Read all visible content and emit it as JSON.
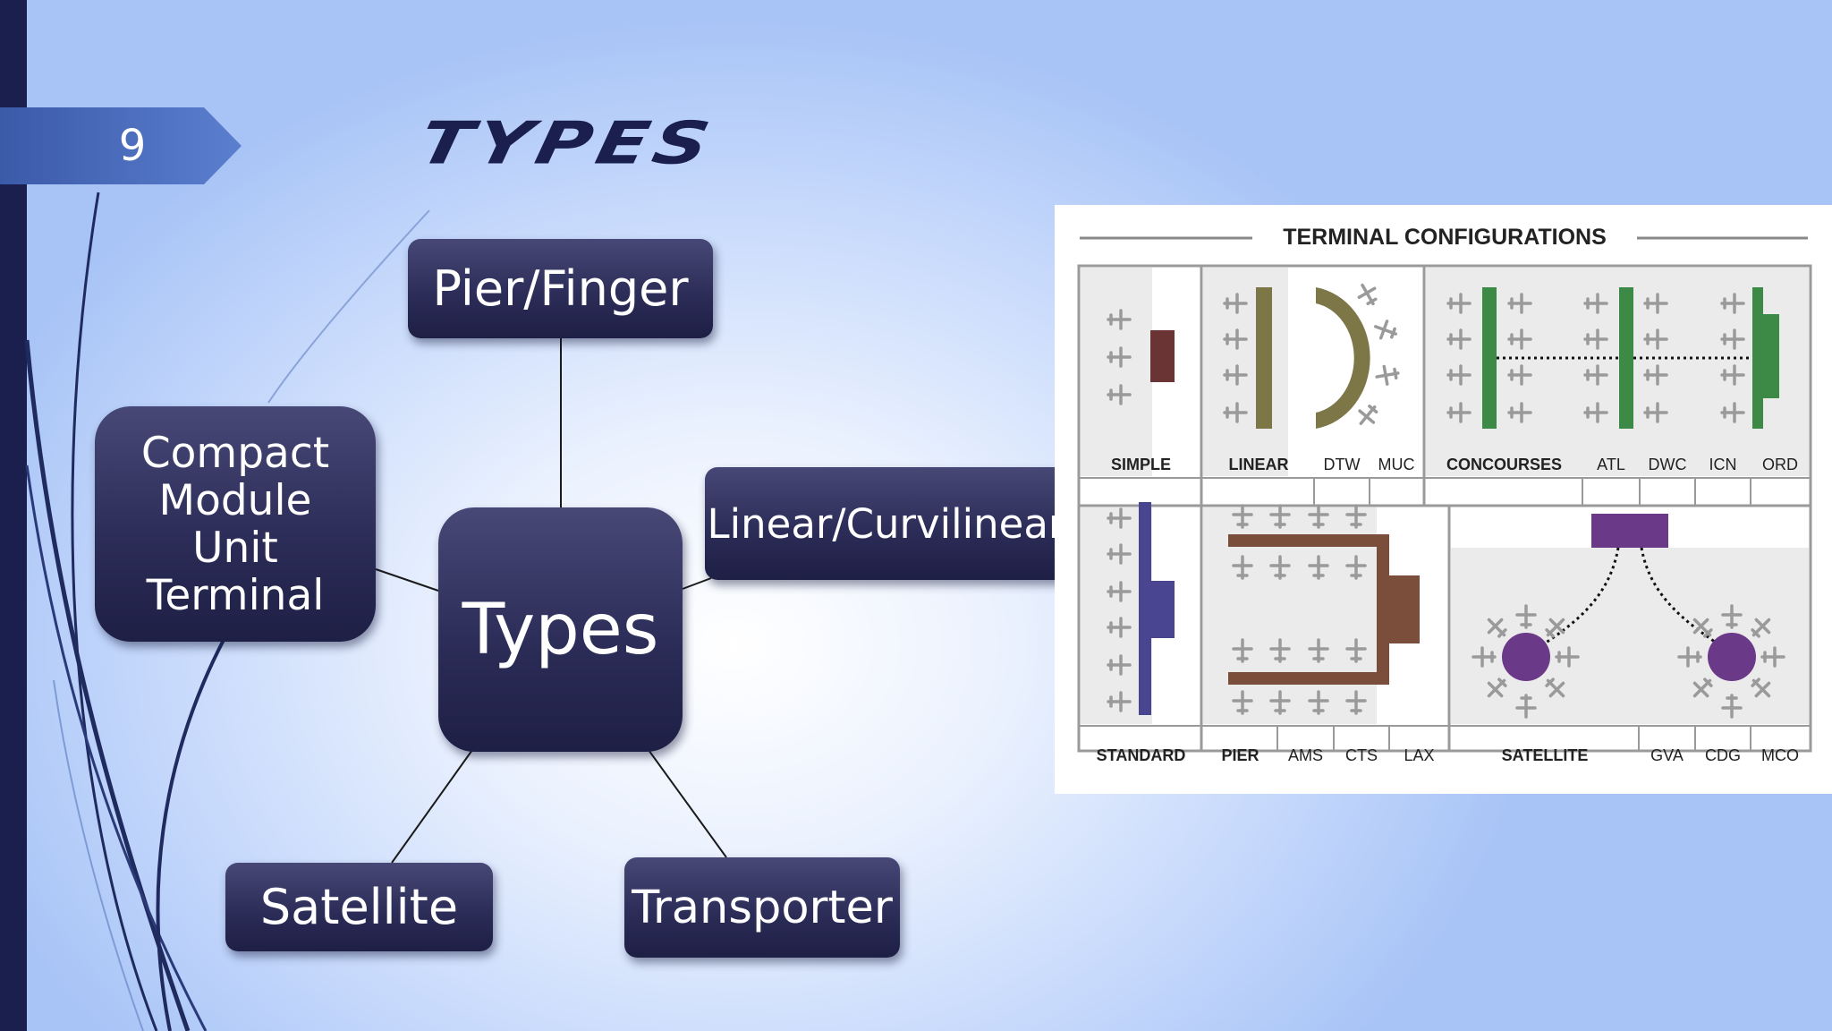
{
  "slide": {
    "number": "9",
    "title": "TYPES"
  },
  "diagram": {
    "center": "Types",
    "nodes": {
      "pier": "Pier/Finger",
      "compact": "Compact\nModule\nUnit\nTerminal",
      "linear": "Linear/Curvilinear",
      "satellite": "Satellite",
      "transporter": "Transporter"
    }
  },
  "terminal_image": {
    "title": "TERMINAL CONFIGURATIONS",
    "top_row": {
      "simple": "SIMPLE",
      "linear": "LINEAR",
      "linear_examples": [
        "DTW",
        "MUC"
      ],
      "concourses": "CONCOURSES",
      "concourses_examples": [
        "ATL",
        "DWC",
        "ICN",
        "ORD"
      ]
    },
    "bottom_row": {
      "standard": "STANDARD",
      "pier": "PIER",
      "pier_examples": [
        "AMS",
        "CTS",
        "LAX"
      ],
      "satellite": "SATELLITE",
      "satellite_examples": [
        "GVA",
        "CDG",
        "MCO"
      ]
    },
    "colors": {
      "simple": "#6b3434",
      "linear": "#7d7748",
      "concourses": "#3c8a46",
      "standard": "#4a4590",
      "pier": "#7a4e3a",
      "satellite": "#6a3a88"
    }
  },
  "colors": {
    "accent_dark": "#1a1f4e",
    "tab": "#4a69b5",
    "node": "#2c2d58"
  }
}
